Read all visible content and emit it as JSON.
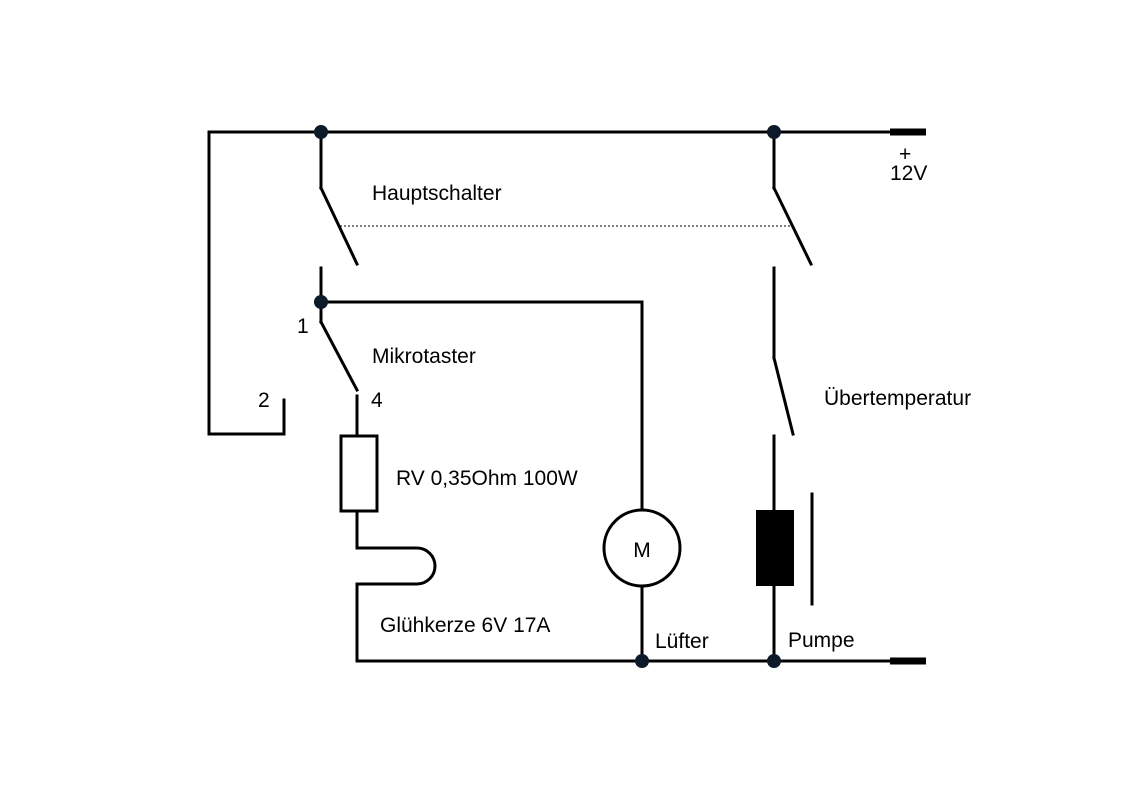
{
  "labels": {
    "supply_plus": "+",
    "supply_voltage": "12V",
    "main_switch": "Hauptschalter",
    "microswitch": "Mikrotaster",
    "pin1": "1",
    "pin2": "2",
    "pin4": "4",
    "resistor": "RV 0,35Ohm 100W",
    "glow_plug": "Glühkerze 6V 17A",
    "overtemp": "Übertemperatur",
    "motor_symbol": "M",
    "fan": "Lüfter",
    "pump": "Pumpe"
  }
}
